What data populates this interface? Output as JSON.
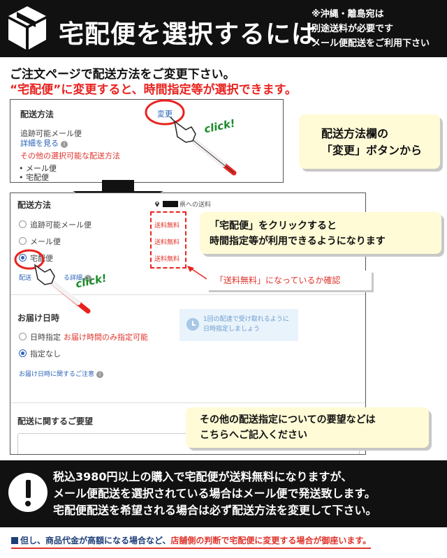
{
  "header": {
    "title": "宅配便を選択するには",
    "note": [
      "※沖縄・離島宛は",
      "別途送料が必要です",
      "メール便配送をご利用下さい"
    ]
  },
  "intro": {
    "line1": "ご注文ページで配送方法をご変更下さい。",
    "line2": "“宅配便”に変更すると、時間指定等が選択できます。"
  },
  "panel1": {
    "title": "配送方法",
    "change_link": "変更",
    "selected_option": "追跡可能メール便",
    "detail_link": "詳細を見る",
    "other_methods": "その他の選択可能な配送方法",
    "methods": [
      "メール便",
      "宅配便"
    ]
  },
  "callouts": {
    "change_button": [
      "配送方法欄の",
      "「変更」ボタンから"
    ],
    "takuhaibin": [
      "「宅配便」をクリックすると",
      "時間指定等が利用できるようになります"
    ],
    "free_check": "「送料無料」になっているか確認",
    "request": [
      "その他の配送指定についての要望などは",
      "こちらへご記入ください"
    ]
  },
  "click_label": "click!",
  "panel2": {
    "title": "配送方法",
    "dest_suffix": "県への送料",
    "options": [
      {
        "label": "追跡可能メール便",
        "fee": "送料無料",
        "selected": false
      },
      {
        "label": "メール便",
        "fee": "送料無料",
        "selected": false
      },
      {
        "label": "宅配便",
        "fee": "送料無料",
        "selected": true
      }
    ],
    "detail_link_fragment": "る詳細",
    "detail_link_prefix": "配送",
    "delivery_date": {
      "title": "お届け日時",
      "time_option": "日時指定",
      "time_note": "お届け時間のみ指定可能",
      "none_option": "指定なし",
      "info": [
        "1回の配達で受け取れるように",
        "日時指定しましょう"
      ],
      "link": "お届け日時に関するご注意"
    },
    "request_title": "配送に関するご要望"
  },
  "warning": {
    "lines": [
      "税込3980円以上の購入で宅配便が送料無料になりますが、",
      "メール便配送を選択されている場合はメール便で発送致します。",
      "宅配便配送を希望される場合は必ず配送方法を変更して下さい。"
    ]
  },
  "footer": {
    "part1": "但し、商品代金が高額になる場合など、",
    "part2": "店舗側の判断で宅配便に変更する場合が御座います。"
  },
  "colors": {
    "accent_red": "#e8231f",
    "link_blue": "#2a63b8",
    "callout_bg": "#fffbd6",
    "band_black": "#111111"
  }
}
